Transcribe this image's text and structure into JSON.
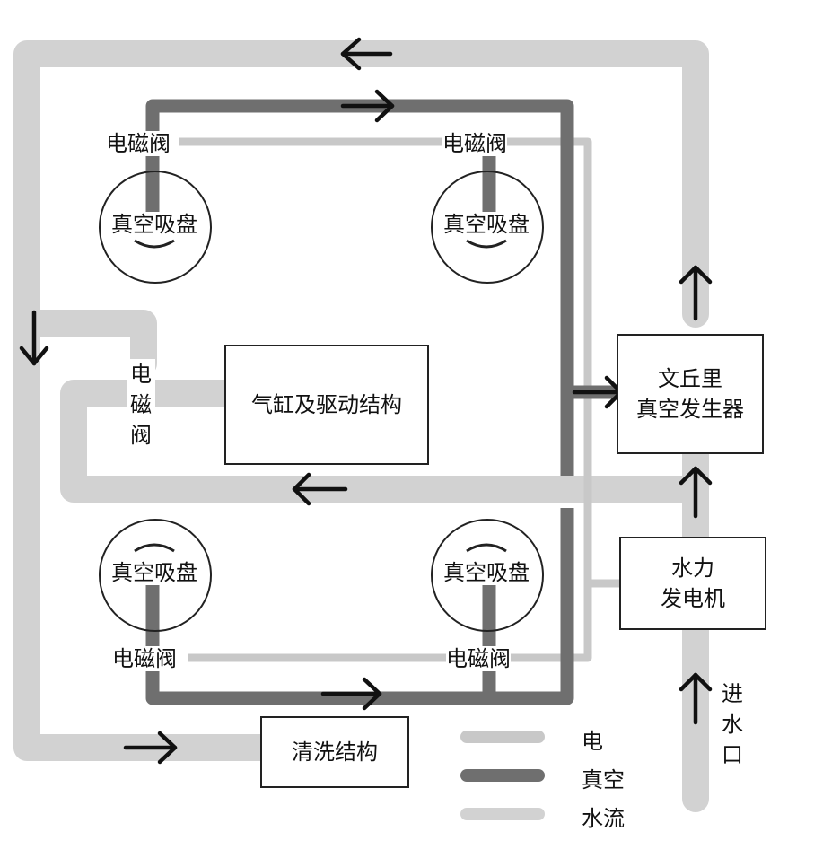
{
  "components": {
    "cup_label": "真空吸盘",
    "valve_label": "电磁阀",
    "valve_vertical_label": "电\n磁\n阀",
    "cylinder": "气缸及驱动结构",
    "venturi": "文丘里\n真空发生器",
    "generator": "水力\n发电机",
    "cleaning": "清洗结构",
    "inlet": "进\n水\n口"
  },
  "legend": {
    "items": [
      {
        "label": "电",
        "color": "#c8c8c8"
      },
      {
        "label": "真空",
        "color": "#6f6f6f"
      },
      {
        "label": "水流",
        "color": "#d2d2d2"
      }
    ]
  },
  "colors": {
    "water": "#d2d2d2",
    "vacuum": "#6f6f6f",
    "electric": "#c8c8c8",
    "arrow": "#111111"
  }
}
